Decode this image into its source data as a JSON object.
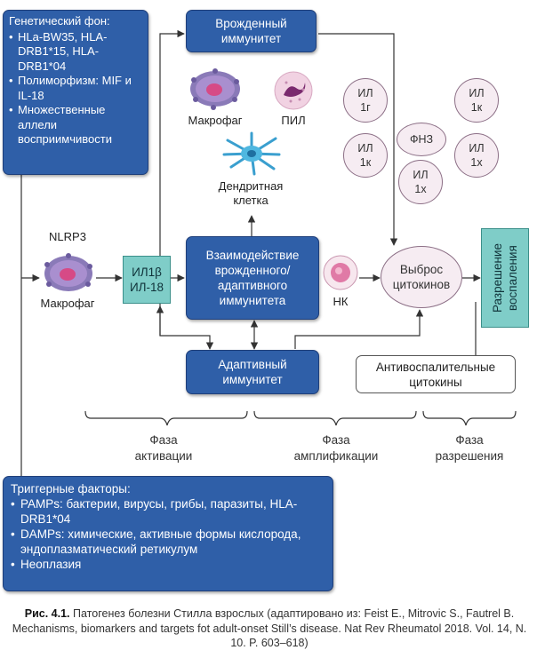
{
  "genetic": {
    "title": "Генетический фон:",
    "items": [
      "HLa-BW35, HLA-DRB1*15, HLA-DRB1*04",
      "Полиморфизм: MIF и IL-18",
      "Множественные аллели восприимчивости"
    ]
  },
  "innate": "Врожденный иммунитет",
  "cells": {
    "macrophage_top": "Макрофаг",
    "pil": "ПИЛ",
    "dendritic": "Дендритная клетка",
    "nlrp3": "NLRP3",
    "macrophage_left": "Макрофаг",
    "nk": "НК"
  },
  "il_box": {
    "line1": "ИЛ1β",
    "line2": "ИЛ-18"
  },
  "interaction": "Взаимодействие врожденного/ адаптивного иммунитета",
  "adaptive": "Адаптивный иммунитет",
  "cytokines": {
    "il1g": "ИЛ 1г",
    "il1k_a": "ИЛ 1к",
    "il1k_b": "ИЛ 1к",
    "fnz": "ФНЗ",
    "il1x_a": "ИЛ 1х",
    "il1x_b": "ИЛ 1х"
  },
  "release": "Выброс цитокинов",
  "resolution": "Разрешение воспаления",
  "antiinflammatory": "Антивоспалительные цитокины",
  "phases": {
    "activation": "Фаза активации",
    "amplification": "Фаза амплификации",
    "resolution": "Фаза разрешения"
  },
  "triggers": {
    "title": "Триггерные факторы:",
    "items": [
      "PAMPs: бактерии, вирусы, грибы, паразиты, HLA-DRB1*04",
      "DAMPs: химические, активные формы кислорода, эндоплазматический ретикулум",
      "Неоплазия"
    ]
  },
  "caption": {
    "label": "Рис. 4.1.",
    "text": "Патогенез болезни Стилла взрослых (адаптировано из: Feist E., Mitrovic S., Fautrel B. Mechanisms, biomarkers and targets fot adult-onset Still’s disease. Nat Rev Rheumatol 2018. Vol. 14, N. 10. P. 603–618)"
  }
}
